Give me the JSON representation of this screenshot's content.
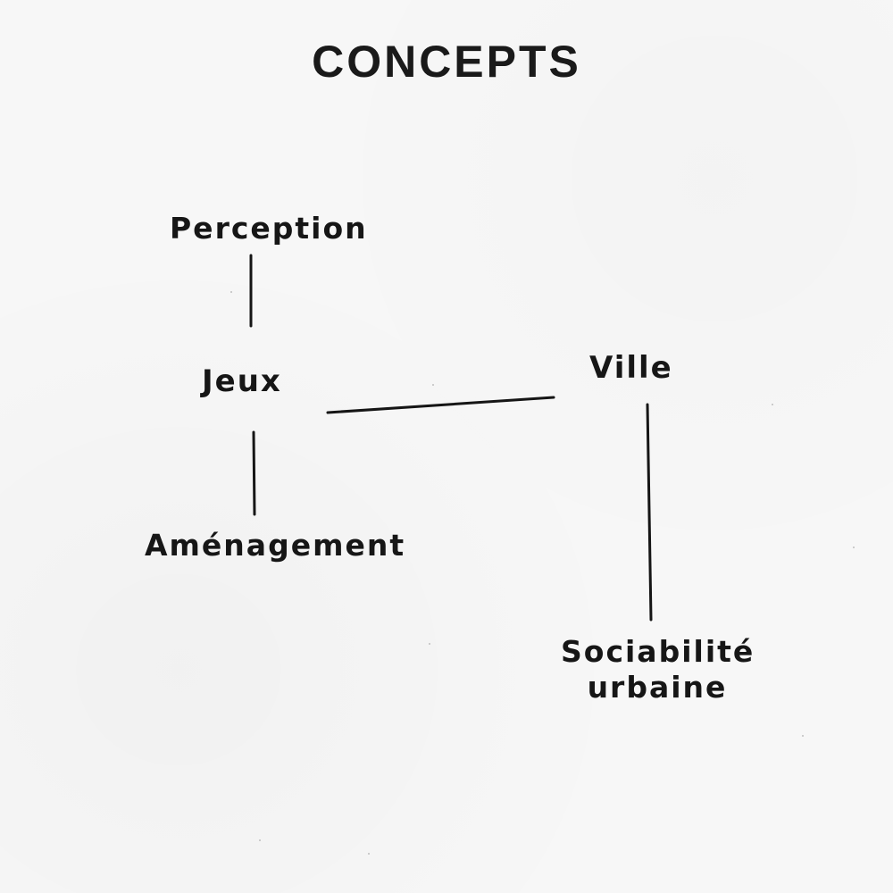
{
  "title": "CONCEPTS",
  "nodes": {
    "perception": "Perception",
    "jeux": "Jeux",
    "ville": "Ville",
    "amenagement": "Aménagement",
    "sociabilite_line1": "Sociabilité",
    "sociabilite_line2": "urbaine"
  },
  "links": [
    {
      "from": "Perception",
      "to": "Jeux"
    },
    {
      "from": "Jeux",
      "to": "Aménagement"
    },
    {
      "from": "Jeux",
      "to": "Ville"
    },
    {
      "from": "Ville",
      "to": "Sociabilité urbaine"
    }
  ],
  "colors": {
    "background": "#f7f7f7",
    "ink": "#151515"
  }
}
